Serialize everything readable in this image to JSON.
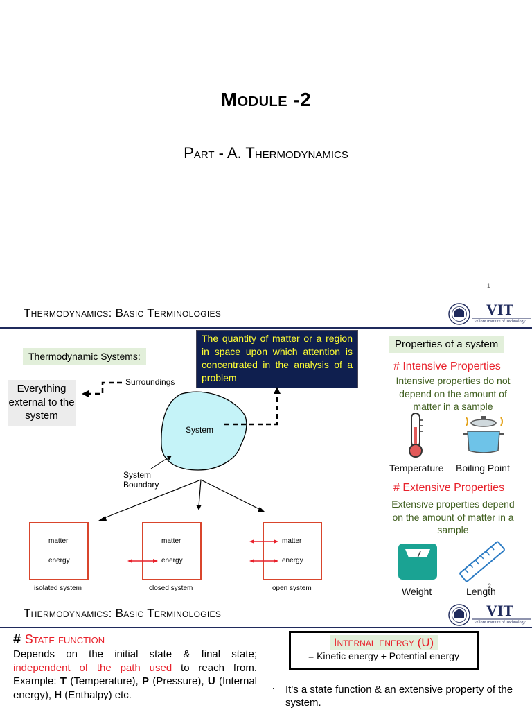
{
  "slide1": {
    "title": "Module -2",
    "subtitle": "Part - A. Thermodynamics",
    "page_number": "1"
  },
  "slide2": {
    "title": "Thermodynamics: Basic Terminologies",
    "logo_text": "VIT",
    "logo_subtext": "Vellore Institute of Technology",
    "systems_label": "Thermodynamic Systems:",
    "definition": "The quantity of matter or a region in space upon which attention is concentrated in the analysis of a problem",
    "surroundings_desc": "Everything external to the system",
    "surroundings_label": "Surroundings",
    "system_label": "System",
    "boundary_label": "System Boundary",
    "box_matter": "matter",
    "box_energy": "energy",
    "isolated_label": "isolated system",
    "closed_label": "closed system",
    "open_label": "open system",
    "properties_label": "Properties of a system",
    "intensive_head": "#  Intensive Properties",
    "intensive_desc": "Intensive properties do not depend on the amount of matter in a sample",
    "temperature_label": "Temperature",
    "boiling_label": "Boiling Point",
    "extensive_head": "#  Extensive Properties",
    "extensive_desc": "Extensive properties depend on the amount of matter in a sample",
    "weight_label": "Weight",
    "length_label": "Length",
    "page_number": "2"
  },
  "slide3": {
    "title": "Thermodynamics: Basic Terminologies",
    "logo_text": "VIT",
    "logo_subtext": "Vellore Institute of Technology",
    "hash": "# ",
    "state_head": "State function",
    "body_part1": "Depends on the initial state & final state;",
    "body_red": "independent of the path used",
    "body_part2": " to reach from. Example: ",
    "T": "T",
    "T_desc": " (Temperature), ",
    "P": "P",
    "P_desc": " (Pressure), ",
    "U": "U",
    "U_desc": " (Internal energy), ",
    "H": "H",
    "H_desc": " (Enthalpy) etc.",
    "ie_head": "Internal energy (U)",
    "ie_equation": "= Kinetic energy + Potential energy",
    "bullet": "·",
    "bullet_pre": "It's a ",
    "bullet_state": "state function",
    "bullet_mid": " & ",
    "bullet_ext": "an extensive property",
    "bullet_post": " of the system."
  },
  "colors": {
    "navy": "#1f2a5c",
    "accent_red": "#e8212b",
    "light_green": "#e2efda",
    "system_fill": "#c5f3f8",
    "box_border": "#d9452c"
  }
}
